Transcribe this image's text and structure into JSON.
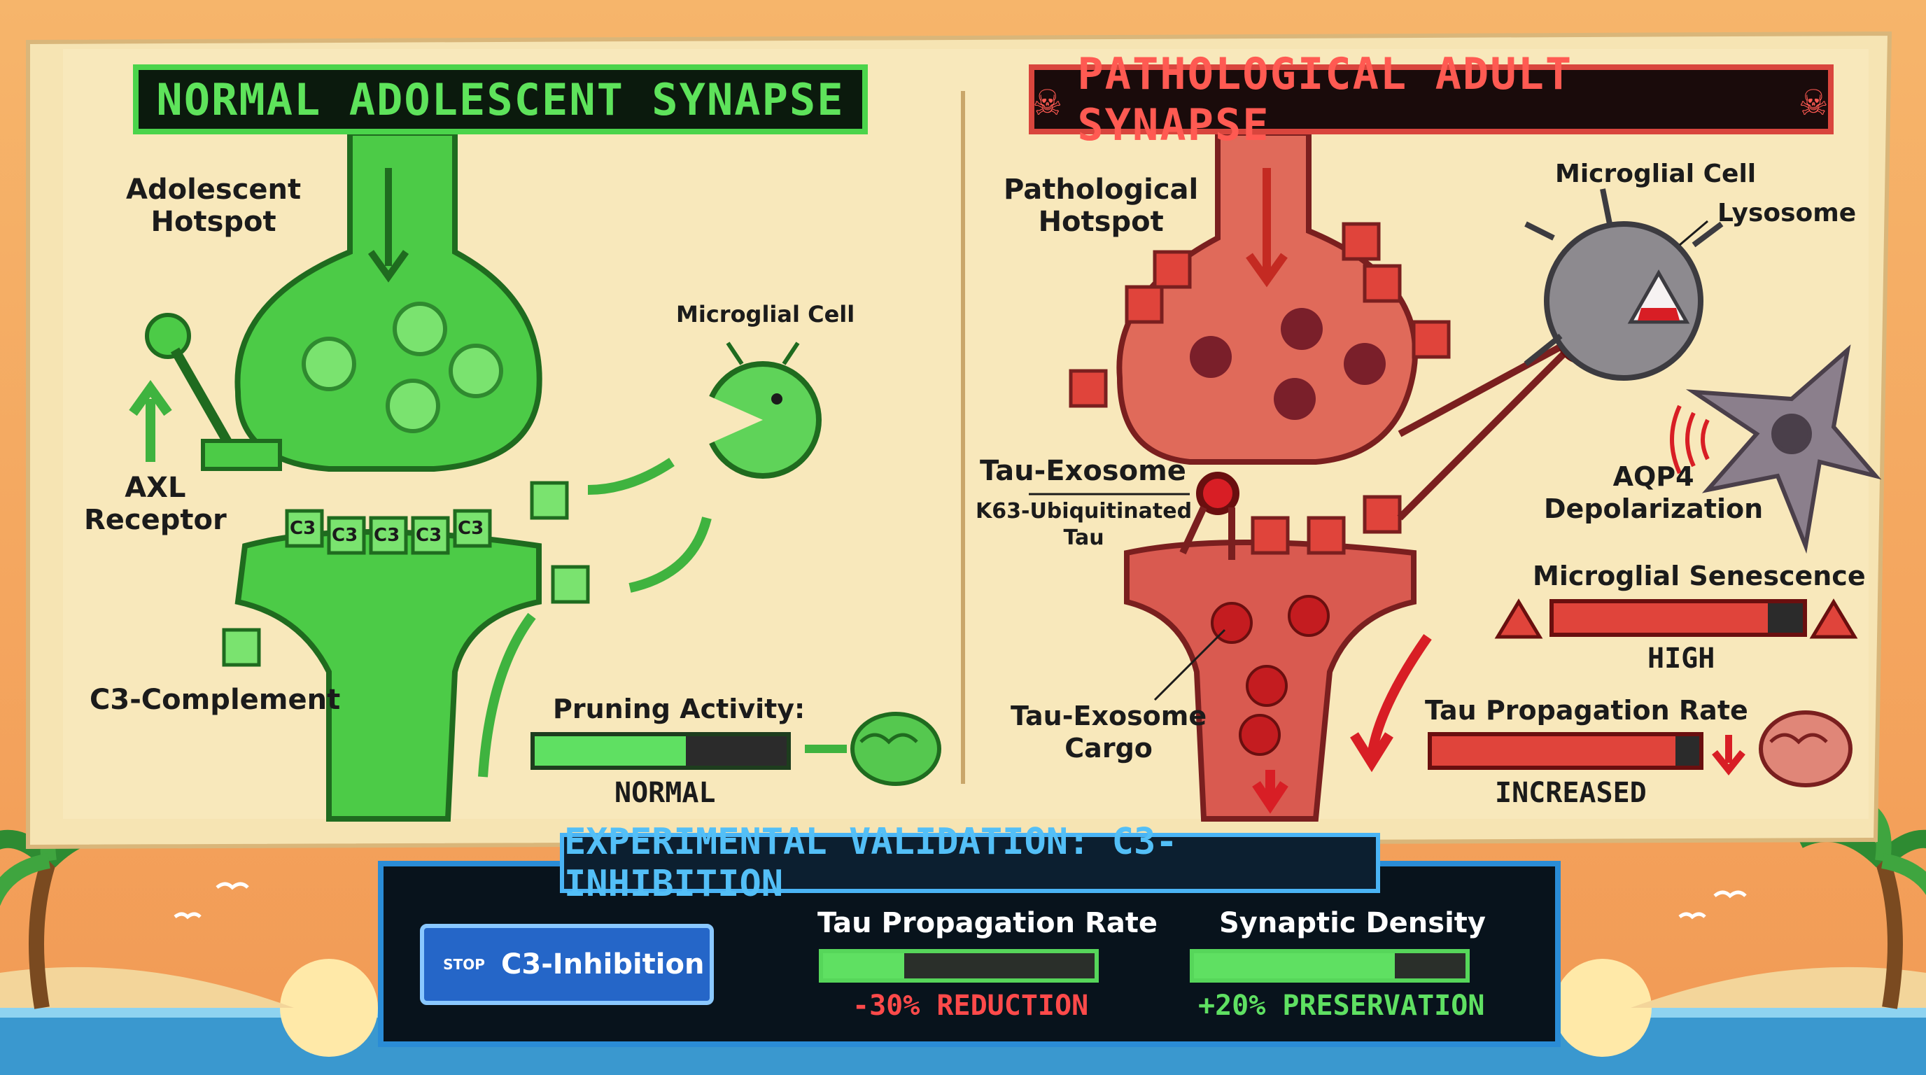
{
  "panels": {
    "normal": {
      "title": "NORMAL ADOLESCENT SYNAPSE",
      "hotspot": "Adolescent\nHotspot",
      "axl": "AXL\nReceptor",
      "c3": "C3-Complement",
      "microglia": "Microglial Cell",
      "pruning_label": "Pruning Activity:",
      "pruning_value": "NORMAL",
      "pruning_level": 0.6,
      "c3_tag": "C3"
    },
    "patho": {
      "title": "PATHOLOGICAL ADULT SYNAPSE",
      "hotspot": "Pathological\nHotspot",
      "microglia": "Microglial Cell",
      "lysosome": "Lysosome",
      "aqp4": "AQP4\nDepolarization",
      "tau_exosome": "Tau-Exosome",
      "k63": "K63-Ubiquitinated\nTau",
      "cargo": "Tau-Exosome\nCargo",
      "senescence_label": "Microglial Senescence",
      "senescence_value": "HIGH",
      "senescence_level": 0.86,
      "tau_label": "Tau Propagation Rate",
      "tau_value": "INCREASED",
      "tau_level": 0.91
    }
  },
  "experiment": {
    "title": "EXPERIMENTAL VALIDATION: C3-INHIBITION",
    "stop": "STOP",
    "inhibition_label": "C3-Inhibition",
    "tau_label": "Tau Propagation Rate",
    "tau_value": "-30% REDUCTION",
    "tau_level": 0.3,
    "density_label": "Synaptic Density",
    "density_value": "+20% PRESERVATION",
    "density_level": 0.74
  },
  "colors": {
    "green": "#49d046",
    "red": "#e0443b",
    "blue": "#2a8cd6",
    "parchment": "#f6e4b3"
  }
}
